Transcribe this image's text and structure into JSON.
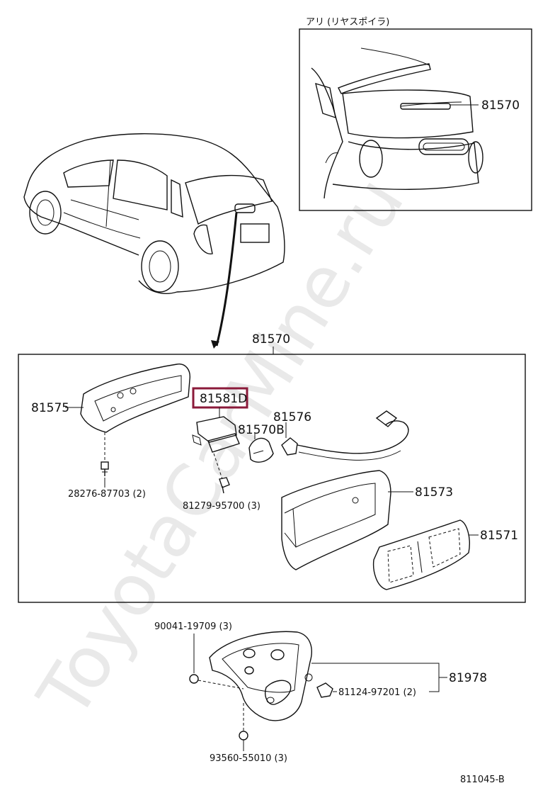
{
  "watermark": "ToyotaCarMine.ru",
  "inset": {
    "title": "アリ (リヤスポイラ)",
    "part_label": "81570"
  },
  "assembly": {
    "title_label": "81570",
    "highlight_color": "#8b1a3a",
    "parts": {
      "housing": "81575",
      "highlighted": "81581D",
      "bulb": "81570B",
      "socket_harness": "81576",
      "lens_body": "81573",
      "lens": "81571",
      "screw_left": "28276-87703 (2)",
      "screw_right": "81279-95700 (3)"
    }
  },
  "bottom": {
    "nut_top": "90041-19709 (3)",
    "group_label": "81978",
    "clip": "81124-97201 (2)",
    "nut_bottom": "93560-55010 (3)"
  },
  "catalog_number": "811045-B"
}
